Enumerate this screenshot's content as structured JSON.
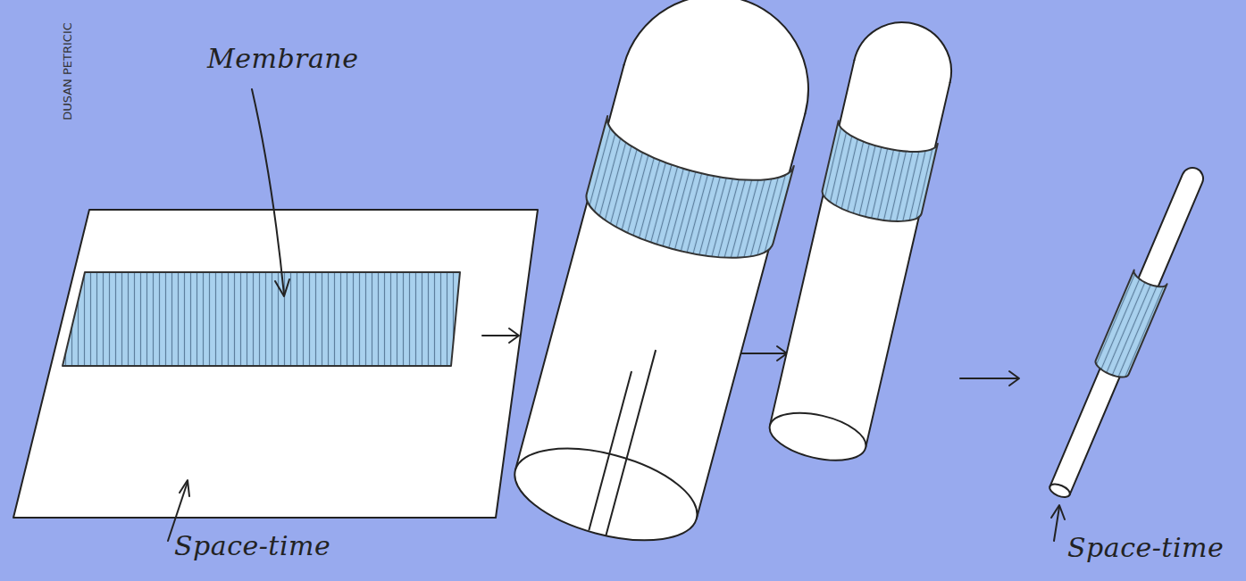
{
  "diagram": {
    "labels": [
      "DUSAN PETRICIC",
      "Membrane",
      "Space-time",
      "Space-time"
    ]
  }
}
